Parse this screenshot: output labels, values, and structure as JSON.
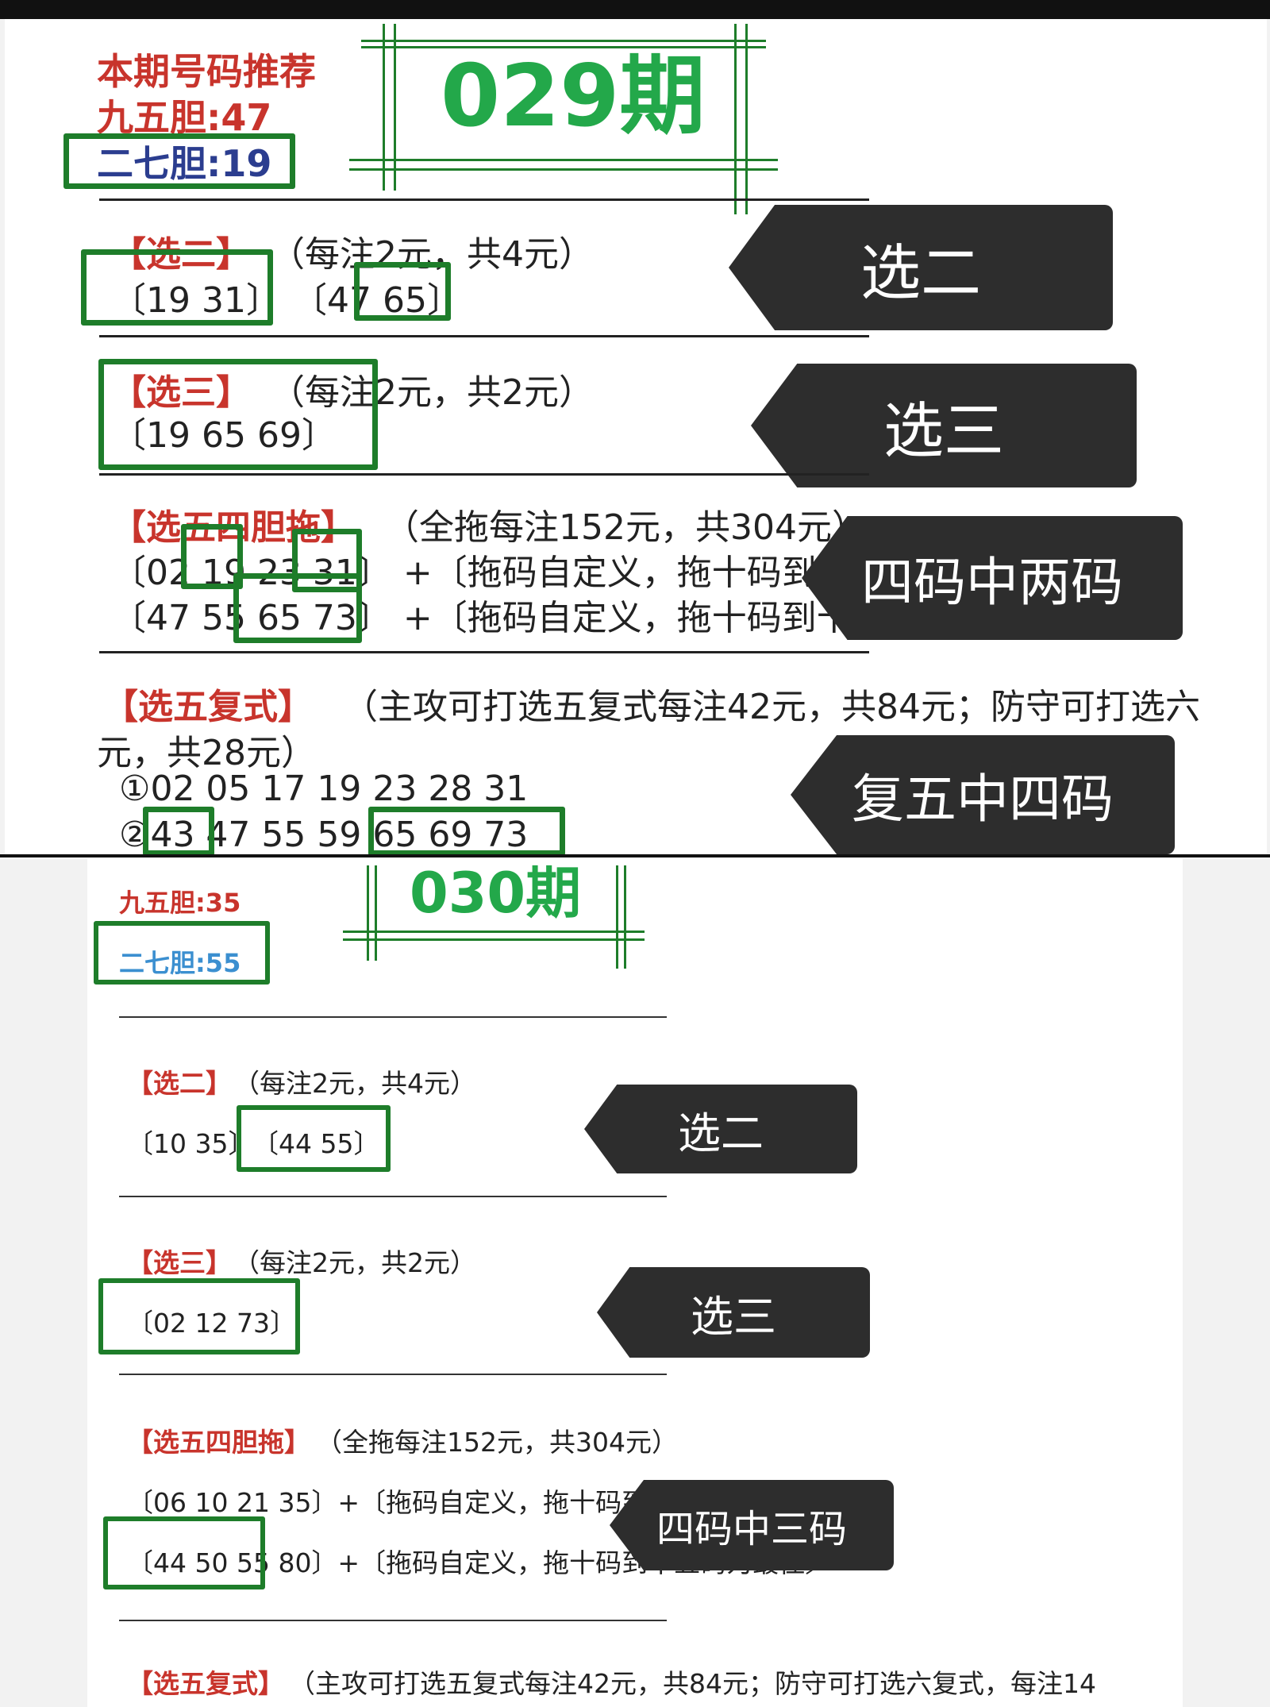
{
  "period1": {
    "title": "029期",
    "heading": "本期号码推荐",
    "dan95": "九五胆:47",
    "dan27": "二七胆:19",
    "xuan2": {
      "label": "【选二】",
      "note": "（每注2元，共4元）",
      "line1": "〔19 31〕",
      "line2": "〔47 65〕"
    },
    "xuan3": {
      "label": "【选三】",
      "note": "（每注2元，共2元）",
      "line": "〔19 65 69〕"
    },
    "xuan5dt": {
      "label": "【选五四胆拖】",
      "note": "（全拖每注152元，共304元）",
      "line1": "〔02 19 23 31〕 +〔拖码自定义，拖十码到十五码为最佳〕",
      "line2": "〔47 55 65 73〕 +〔拖码自定义，拖十码到十五码为最佳〕"
    },
    "xuan5fs": {
      "label": "【选五复式】",
      "note1": "（主攻可打选五复式每注42元，共84元；防守可打选六",
      "note2": "元，共28元）",
      "line1": "①02 05 17 19 23 28 31",
      "line2": "②43 47 55 59 65 69 73"
    },
    "tags": {
      "xuan2": "选二",
      "xuan3": "选三",
      "dt": "四码中两码",
      "fs": "复五中四码"
    }
  },
  "period2": {
    "title": "030期",
    "dan95": "九五胆:35",
    "dan27": "二七胆:55",
    "xuan2": {
      "label": "【选二】",
      "note": "（每注2元，共4元）",
      "line1": "〔10 35〕",
      "line2": "〔44 55〕"
    },
    "xuan3": {
      "label": "【选三】",
      "note": "（每注2元，共2元）",
      "line": "〔02 12 73〕"
    },
    "xuan5dt": {
      "label": "【选五四胆拖】",
      "note": "（全拖每注152元，共304元）",
      "line1": "〔06 10 21 35〕+〔拖码自定义，拖十码到十五码为最佳〕",
      "line2": "〔44 50 55 80〕+〔拖码自定义，拖十码到十五码为最佳〕"
    },
    "xuan5fs": {
      "label": "【选五复式】",
      "note": "（主攻可打选五复式每注42元，共84元；防守可打选六复式，每注14"
    },
    "tags": {
      "xuan2": "选二",
      "xuan3": "选三",
      "dt": "四码中三码"
    }
  },
  "colors": {
    "red": "#c8342c",
    "navy": "#2b3d8f",
    "blue": "#3b8fd0",
    "green": "#23a84a",
    "box_green": "#1e7d2a",
    "tag_bg": "#2d2d2d"
  }
}
